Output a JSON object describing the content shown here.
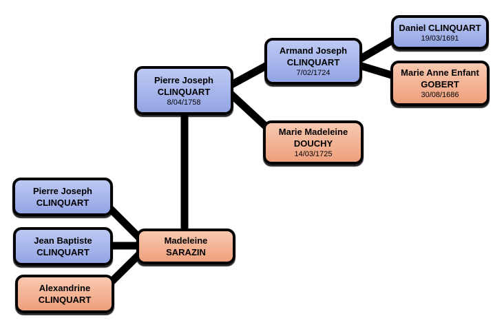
{
  "diagram_type": "family-tree",
  "palette": {
    "background": "#ffffff",
    "border": "#000000",
    "connector": "#000000",
    "text": "#000000",
    "male_gradient_top": "#bdc9f3",
    "male_gradient_bottom": "#93a4e4",
    "female_gradient_top": "#f8c9b0",
    "female_gradient_bottom": "#ee9f7c"
  },
  "nodes": {
    "daniel": {
      "line1": "Daniel CLINQUART",
      "line2": "",
      "date": "19/03/1691",
      "gender": "male"
    },
    "gobert": {
      "line1": "Marie Anne Enfant",
      "line2": "GOBERT",
      "date": "30/08/1686",
      "gender": "female"
    },
    "armand": {
      "line1": "Armand Joseph",
      "line2": "CLINQUART",
      "date": "7/02/1724",
      "gender": "male"
    },
    "douchy": {
      "line1": "Marie Madeleine",
      "line2": "DOUCHY",
      "date": "14/03/1725",
      "gender": "female"
    },
    "pierre_1758": {
      "line1": "Pierre Joseph",
      "line2": "CLINQUART",
      "date": "8/04/1758",
      "gender": "male"
    },
    "pierre_jr": {
      "line1": "Pierre Joseph",
      "line2": "CLINQUART",
      "date": "",
      "gender": "male"
    },
    "jean": {
      "line1": "Jean Baptiste",
      "line2": "CLINQUART",
      "date": "",
      "gender": "male"
    },
    "alexandrine": {
      "line1": "Alexandrine",
      "line2": "CLINQUART",
      "date": "",
      "gender": "female"
    },
    "madeleine": {
      "line1": "Madeleine",
      "line2": "SARAZIN",
      "date": "",
      "gender": "female"
    }
  },
  "edges": [
    {
      "from": "armand",
      "to": "daniel"
    },
    {
      "from": "armand",
      "to": "gobert"
    },
    {
      "from": "pierre_1758",
      "to": "armand"
    },
    {
      "from": "pierre_1758",
      "to": "douchy"
    },
    {
      "from": "pierre_1758",
      "to": "madeleine"
    },
    {
      "from": "pierre_jr",
      "to": "madeleine"
    },
    {
      "from": "jean",
      "to": "madeleine"
    },
    {
      "from": "alexandrine",
      "to": "madeleine"
    }
  ]
}
